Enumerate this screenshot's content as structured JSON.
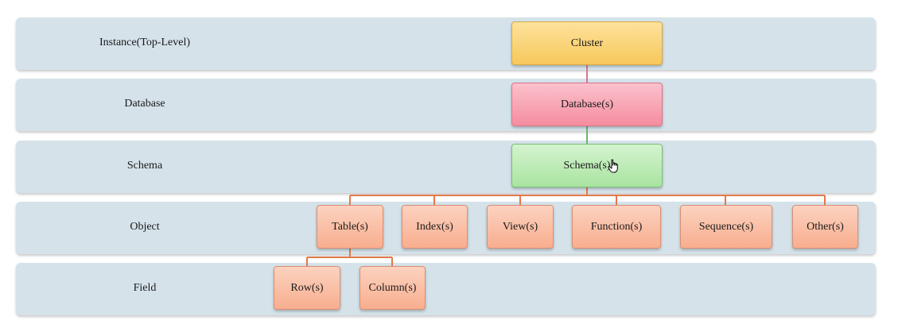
{
  "levels": {
    "instance": "Instance(Top-Level)",
    "database": "Database",
    "schema": "Schema",
    "object": "Object",
    "field": "Field"
  },
  "nodes": {
    "cluster": "Cluster",
    "databases": "Database(s)",
    "schemas": "Schema(s)",
    "objects": [
      "Table(s)",
      "Index(s)",
      "View(s)",
      "Function(s)",
      "Sequence(s)",
      "Other(s)"
    ],
    "fields": [
      "Row(s)",
      "Column(s)"
    ]
  },
  "colors": {
    "band": "#d5e2ea",
    "cluster": "#f7c85b",
    "database": "#f58da0",
    "schema": "#a9e4a0",
    "object": "#f8ae8f",
    "connector_db": "#d07a8c",
    "connector_schema": "#6db66a",
    "connector_object": "#e07a4d"
  },
  "icons": {
    "cursor": "hand-pointer-icon"
  }
}
